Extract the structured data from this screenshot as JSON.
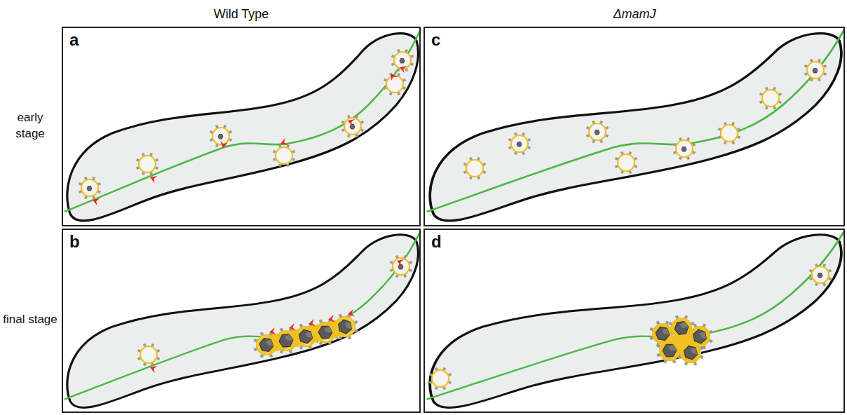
{
  "diagram": {
    "nodes": [
      {
        "text": [
          "a"
        ]
      },
      {
        "text": [
          "b"
        ]
      },
      {
        "text": [
          "c"
        ]
      },
      {
        "text": [
          "d"
        ]
      }
    ],
    "labels": [
      "Wild Type",
      "ΔmamJ",
      "early stage",
      "final stage"
    ]
  }
}
